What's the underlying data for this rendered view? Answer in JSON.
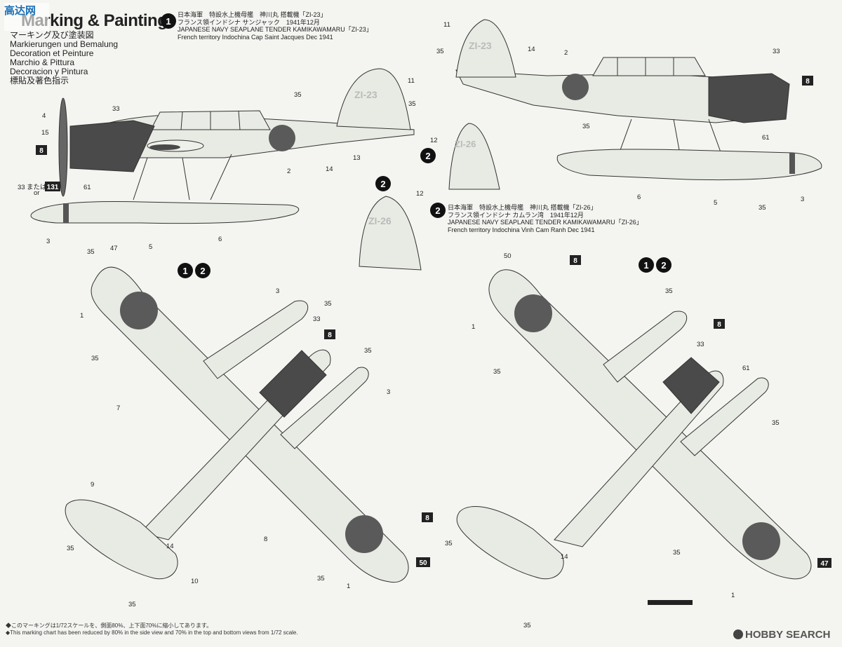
{
  "header": {
    "title": "Marking & Painting",
    "subtitles": [
      "マーキング及び塗装図",
      "Markierungen und Bemalung",
      "Decoration et Peinture",
      "Marchio & Pittura",
      "Decoracion y Pintura",
      "標貼及著色指示"
    ]
  },
  "schemes": [
    {
      "badge": "1",
      "lines": [
        "日本海軍　特設水上機母艦　神川丸 搭載機「ZI-23」",
        "フランス領インドシナ サンジャック　1941年12月",
        "JAPANESE NAVY SEAPLANE TENDER KAMIKAWAMARU「ZI-23」",
        "French territory Indochina Cap Saint Jacques Dec 1941"
      ]
    },
    {
      "badge": "2",
      "lines": [
        "日本海軍　特設水上機母艦　神川丸 搭載機「ZI-26」",
        "フランス領インドシナ カムラン湾　1941年12月",
        "JAPANESE NAVY SEAPLANE TENDER KAMIKAWAMARU「ZI-26」",
        "French territory Indochina Vinh Cam Ranh Dec 1941"
      ]
    }
  ],
  "tail_codes": {
    "a": "ZI-23",
    "b": "ZI-26"
  },
  "alt": {
    "matawa": "または",
    "or": "or"
  },
  "top_view_badges": [
    "1",
    "2"
  ],
  "footer": {
    "jp": "◆このマーキングは1/72スケールを、側面80%、上下面70%に縮小してあります。",
    "en": "◆This marking chart has been reduced by 80% in the side view and 70% in the top and bottom views from 1/72 scale."
  },
  "watermark": {
    "site": "HOBBY SEARCH",
    "corner": "高达网"
  },
  "colors": {
    "paper": "#f4f4f1",
    "aircraft": "#e7ebe3",
    "cowl": "#4a4a4a",
    "hinomaru": "#5a5a5a",
    "line": "#333333"
  }
}
